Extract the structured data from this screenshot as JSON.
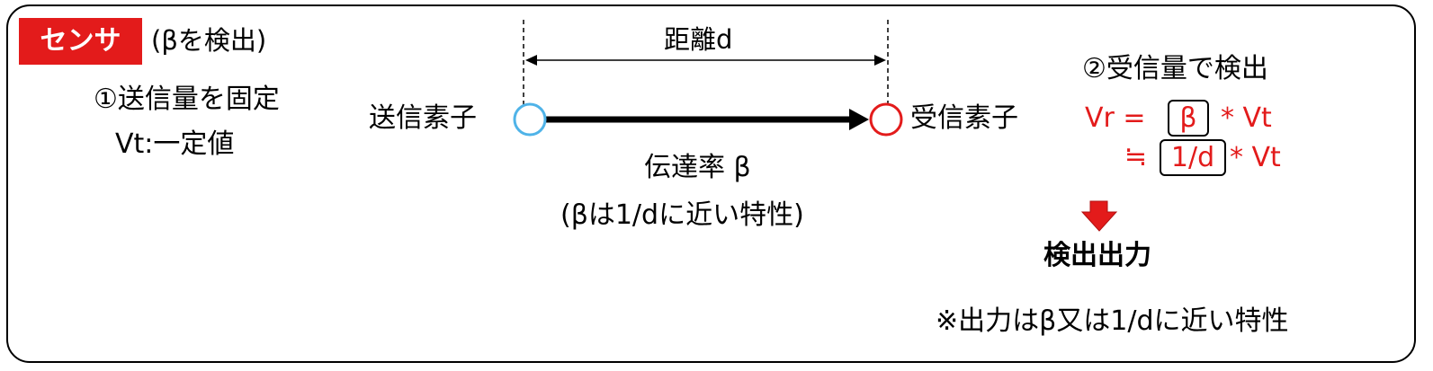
{
  "sensor": {
    "badge_label": "センサ",
    "detect_note": "(βを検出)",
    "badge_color": "#e31b1b"
  },
  "transmit": {
    "step": "①送信量を固定",
    "value": "Vt:一定値"
  },
  "link": {
    "distance_label": "距離d",
    "tx_element": "送信素子",
    "rx_element": "受信素子",
    "rate_label": "伝達率 β",
    "rate_note": "(βは1/dに近い特性)",
    "tx_color": "#4fb3e8",
    "rx_color": "#e31b1b"
  },
  "receive": {
    "step": "②受信量で検出",
    "eq1_lhs": "Vr =",
    "eq1_boxed": "β",
    "eq1_rhs": "*  Vt",
    "eq2_lhs": "≒",
    "eq2_boxed": "1/d",
    "eq2_rhs": "* Vt",
    "text_color": "#e31b1b"
  },
  "output": {
    "label": "検出出力",
    "arrow_color": "#e31b1b",
    "note": "※出力はβ又は1/dに近い特性"
  }
}
